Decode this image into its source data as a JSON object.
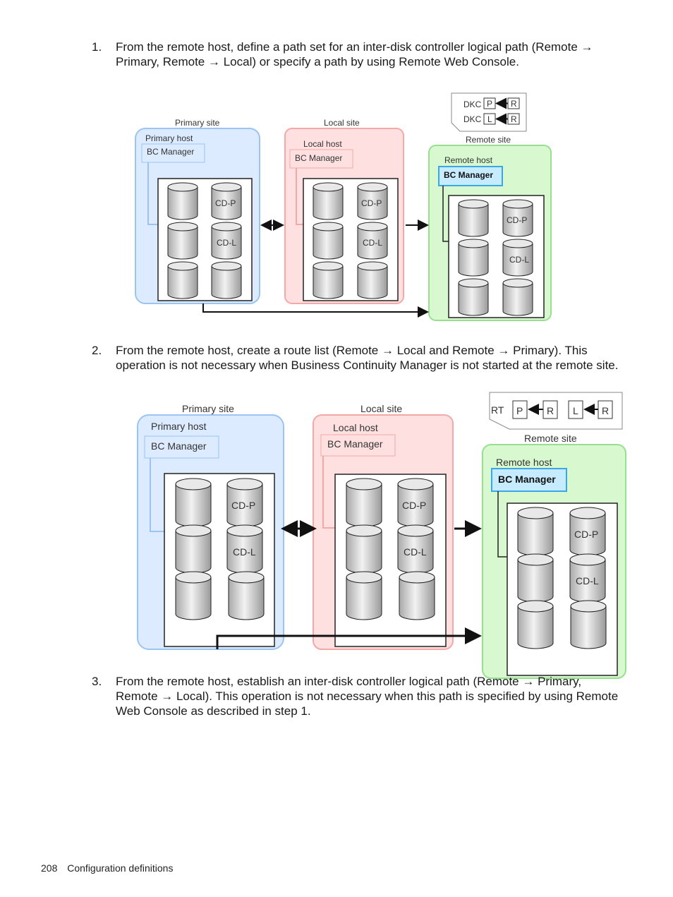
{
  "steps": [
    {
      "number": "1.",
      "text": "From the remote host, define a path set for an inter-disk controller logical path (Remote → Primary, Remote → Local) or specify a path by using Remote Web Console."
    },
    {
      "number": "2.",
      "text": "From the remote host, create a route list (Remote → Local and Remote → Primary). This operation is not necessary when Business Continuity Manager is not started at the remote site."
    },
    {
      "number": "3.",
      "text": "From the remote host, establish an inter-disk controller logical path (Remote → Primary, Remote → Local). This operation is not necessary when this path is specified by using Remote Web Console as described in step 1."
    }
  ],
  "figure1": {
    "primary_site": "Primary site",
    "local_site": "Local site",
    "remote_site": "Remote site",
    "primary_host": "Primary host",
    "local_host": "Local host",
    "remote_host": "Remote host",
    "bc_manager": "BC Manager",
    "cdp": "CD-P",
    "cdl": "CD-L",
    "legend_dkc": "DKC",
    "legend_p": "P",
    "legend_l": "L",
    "legend_r": "R"
  },
  "figure2": {
    "primary_site": "Primary site",
    "local_site": "Local site",
    "remote_site": "Remote site",
    "primary_host": "Primary host",
    "local_host": "Local host",
    "remote_host": "Remote host",
    "bc_manager": "BC Manager",
    "cdp": "CD-P",
    "cdl": "CD-L",
    "legend_rt": "RT",
    "legend_p": "P",
    "legend_r": "R",
    "legend_l": "L"
  },
  "colors": {
    "primary_fill": "#dcebff",
    "primary_stroke": "#9cc4f2",
    "local_fill": "#ffe0e0",
    "local_stroke": "#f4a8a8",
    "remote_fill": "#d8f8d0",
    "remote_stroke": "#98e090",
    "bc_highlight": "#c8ecff"
  },
  "footer": {
    "page_number": "208",
    "section": "Configuration definitions"
  }
}
